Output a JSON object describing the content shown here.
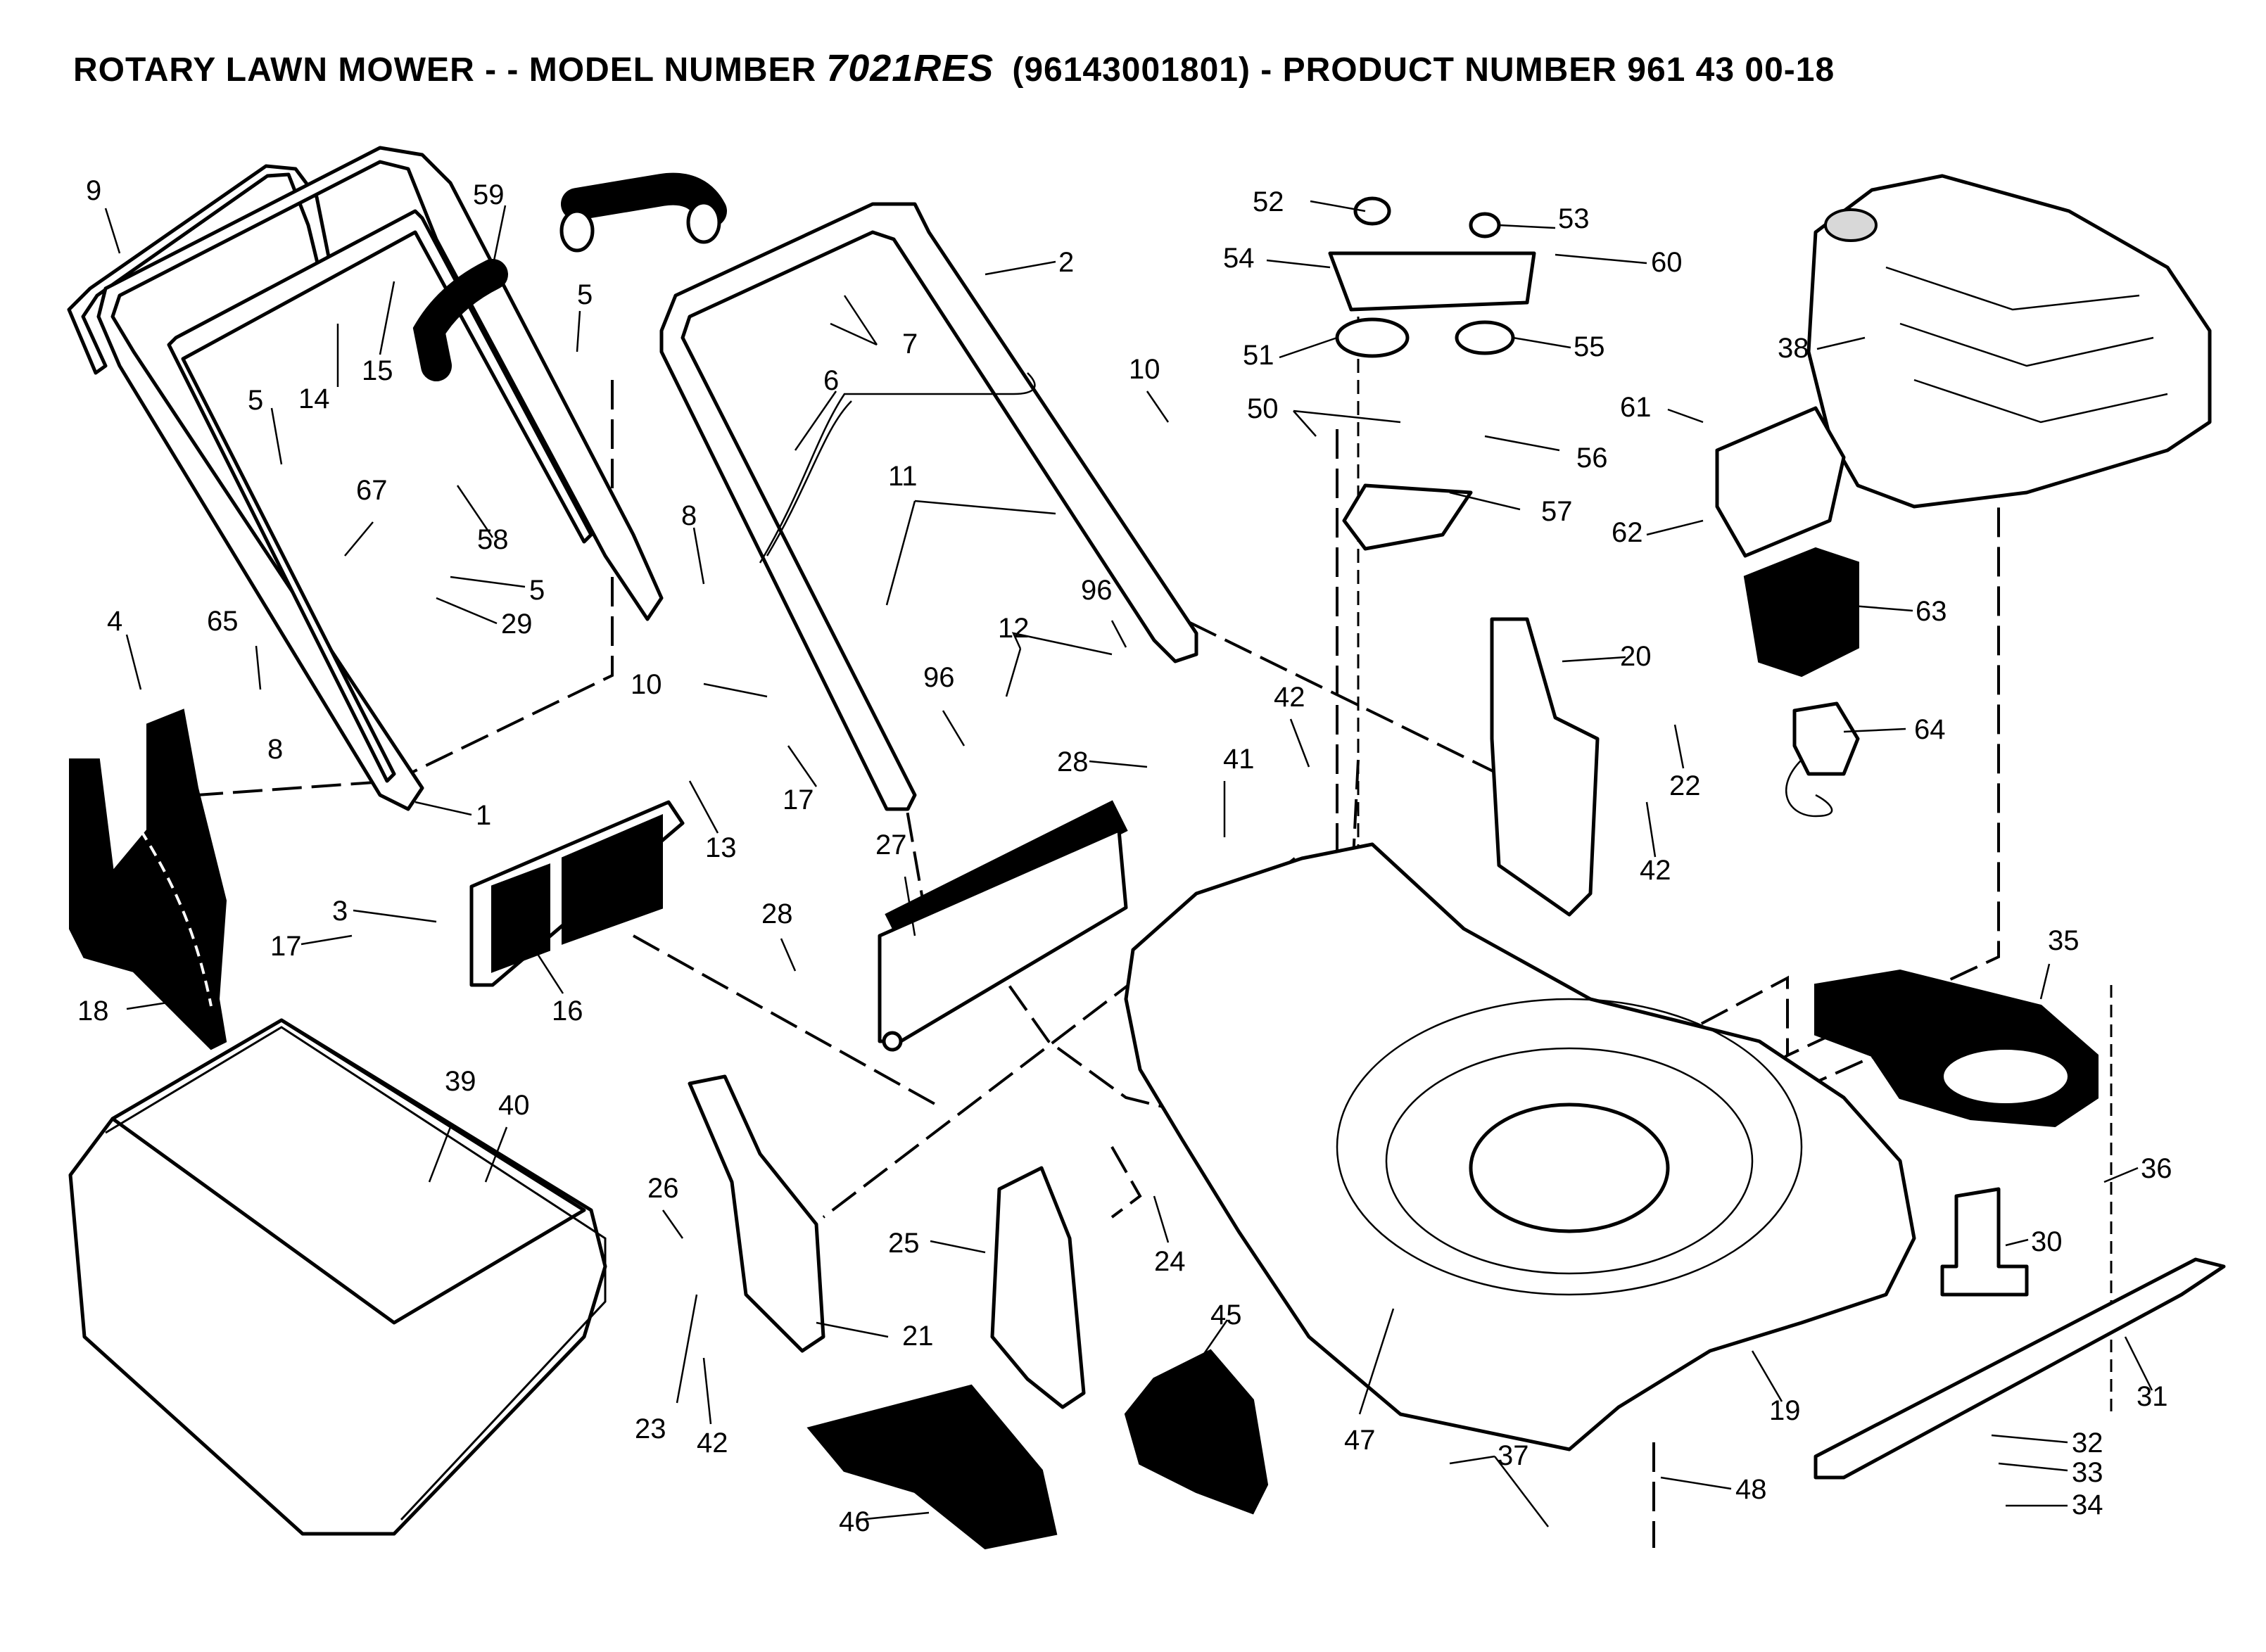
{
  "title": {
    "prefix": "ROTARY LAWN MOWER - - MODEL NUMBER",
    "model": "7021RES",
    "suffix": "(96143001801) - PRODUCT NUMBER 961 43 00-18"
  },
  "callouts": [
    {
      "id": "c9",
      "label": "9"
    },
    {
      "id": "c59",
      "label": "59"
    },
    {
      "id": "c2",
      "label": "2"
    },
    {
      "id": "c52",
      "label": "52"
    },
    {
      "id": "c53",
      "label": "53"
    },
    {
      "id": "c54",
      "label": "54"
    },
    {
      "id": "c60",
      "label": "60"
    },
    {
      "id": "c51",
      "label": "51"
    },
    {
      "id": "c55",
      "label": "55"
    },
    {
      "id": "c38",
      "label": "38"
    },
    {
      "id": "c15",
      "label": "15"
    },
    {
      "id": "c14",
      "label": "14"
    },
    {
      "id": "c5a",
      "label": "5"
    },
    {
      "id": "c7",
      "label": "7"
    },
    {
      "id": "c10a",
      "label": "10"
    },
    {
      "id": "c50",
      "label": "50"
    },
    {
      "id": "c56",
      "label": "56"
    },
    {
      "id": "c61",
      "label": "61"
    },
    {
      "id": "c5b",
      "label": "5"
    },
    {
      "id": "c6",
      "label": "6"
    },
    {
      "id": "c67",
      "label": "67"
    },
    {
      "id": "c58",
      "label": "58"
    },
    {
      "id": "c11",
      "label": "11"
    },
    {
      "id": "c57",
      "label": "57"
    },
    {
      "id": "c62",
      "label": "62"
    },
    {
      "id": "c8a",
      "label": "8"
    },
    {
      "id": "c5c",
      "label": "5"
    },
    {
      "id": "c96a",
      "label": "96"
    },
    {
      "id": "c4",
      "label": "4"
    },
    {
      "id": "c65",
      "label": "65"
    },
    {
      "id": "c29",
      "label": "29"
    },
    {
      "id": "c12",
      "label": "12"
    },
    {
      "id": "c63",
      "label": "63"
    },
    {
      "id": "c20",
      "label": "20"
    },
    {
      "id": "c10b",
      "label": "10"
    },
    {
      "id": "c96b",
      "label": "96"
    },
    {
      "id": "c42a",
      "label": "42"
    },
    {
      "id": "c64",
      "label": "64"
    },
    {
      "id": "c8b",
      "label": "8"
    },
    {
      "id": "c28a",
      "label": "28"
    },
    {
      "id": "c41",
      "label": "41"
    },
    {
      "id": "c22",
      "label": "22"
    },
    {
      "id": "c1",
      "label": "1"
    },
    {
      "id": "c17a",
      "label": "17"
    },
    {
      "id": "c13",
      "label": "13"
    },
    {
      "id": "c27",
      "label": "27"
    },
    {
      "id": "c42b",
      "label": "42"
    },
    {
      "id": "c3",
      "label": "3"
    },
    {
      "id": "c28b",
      "label": "28"
    },
    {
      "id": "c35",
      "label": "35"
    },
    {
      "id": "c17b",
      "label": "17"
    },
    {
      "id": "c18",
      "label": "18"
    },
    {
      "id": "c16",
      "label": "16"
    },
    {
      "id": "c39",
      "label": "39"
    },
    {
      "id": "c40",
      "label": "40"
    },
    {
      "id": "c36",
      "label": "36"
    },
    {
      "id": "c26",
      "label": "26"
    },
    {
      "id": "c25",
      "label": "25"
    },
    {
      "id": "c24",
      "label": "24"
    },
    {
      "id": "c30",
      "label": "30"
    },
    {
      "id": "c45",
      "label": "45"
    },
    {
      "id": "c21",
      "label": "21"
    },
    {
      "id": "c31",
      "label": "31"
    },
    {
      "id": "c23",
      "label": "23"
    },
    {
      "id": "c42c",
      "label": "42"
    },
    {
      "id": "c47",
      "label": "47"
    },
    {
      "id": "c19",
      "label": "19"
    },
    {
      "id": "c32",
      "label": "32"
    },
    {
      "id": "c37",
      "label": "37"
    },
    {
      "id": "c33",
      "label": "33"
    },
    {
      "id": "c48",
      "label": "48"
    },
    {
      "id": "c34",
      "label": "34"
    },
    {
      "id": "c46",
      "label": "46"
    }
  ]
}
